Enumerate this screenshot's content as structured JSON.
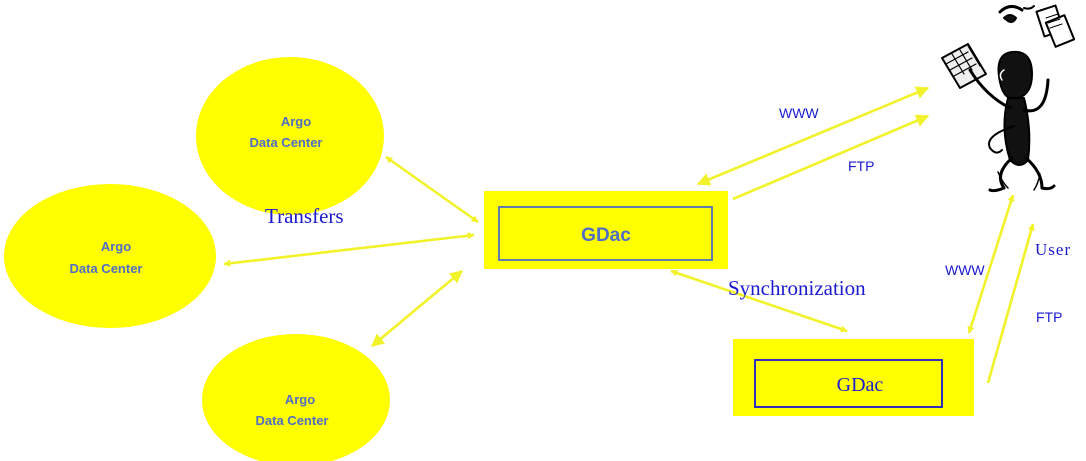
{
  "colors": {
    "node_fill": "#ffff00",
    "node_text": "#4f6ec4",
    "arrow": "#f2f22a",
    "link_text": "#1a1ad0",
    "box_border": "#4f6ec4",
    "inner_box_border": "#1a1ad0"
  },
  "data_centers": [
    {
      "line1": "Argo",
      "line2": "Data Center"
    },
    {
      "line1": "Argo",
      "line2": "Data Center"
    },
    {
      "line1": "Argo",
      "line2": "Data Center"
    }
  ],
  "gdac_main": {
    "label": "GDac"
  },
  "gdac_mirror": {
    "label": "GDac"
  },
  "labels": {
    "transfers": "Transfers",
    "synchronization": "Synchronization",
    "www_top": "WWW",
    "ftp_top": "FTP",
    "www_right": "WWW",
    "ftp_right": "FTP",
    "user": "User"
  },
  "icons": {
    "user": "person-juggling-phone-keyboard-papers-icon"
  }
}
